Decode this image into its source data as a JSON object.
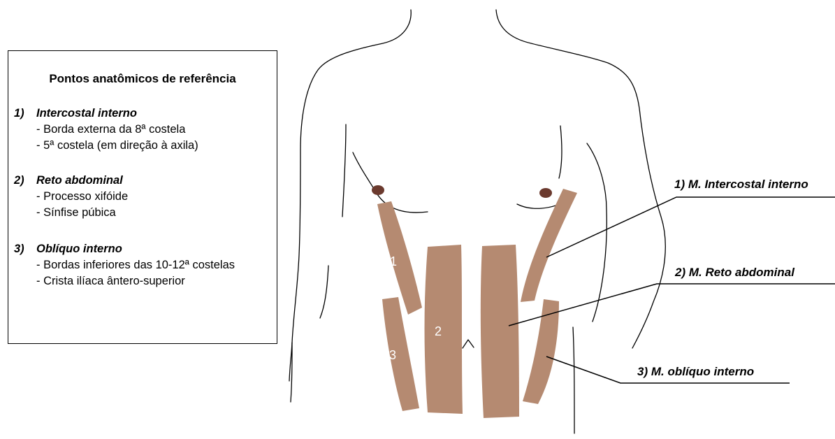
{
  "legend": {
    "title": "Pontos anatômicos de referência",
    "sections": [
      {
        "number": "1)",
        "heading": "Intercostal interno",
        "items": [
          "- Borda externa da 8ª costela",
          "- 5ª costela (em direção à axila)"
        ]
      },
      {
        "number": "2)",
        "heading": "Reto abdominal",
        "items": [
          "- Processo xifóide",
          "- Sínfise púbica"
        ]
      },
      {
        "number": "3)",
        "heading": "Oblíquo interno",
        "items": [
          "- Bordas inferiores das 10-12ª costelas",
          "- Crista ilíaca ântero-superior"
        ]
      }
    ]
  },
  "callouts": {
    "intercostal": "1) M. Intercostal interno",
    "reto": "2) M. Reto abdominal",
    "obliquo": "3) M. oblíquo interno"
  },
  "tape_numbers": {
    "intercostal": "1",
    "reto": "2",
    "obliquo": "3"
  },
  "colors": {
    "tape": "#b58a71",
    "nipple": "#6b3a2e",
    "outline": "#000000"
  }
}
